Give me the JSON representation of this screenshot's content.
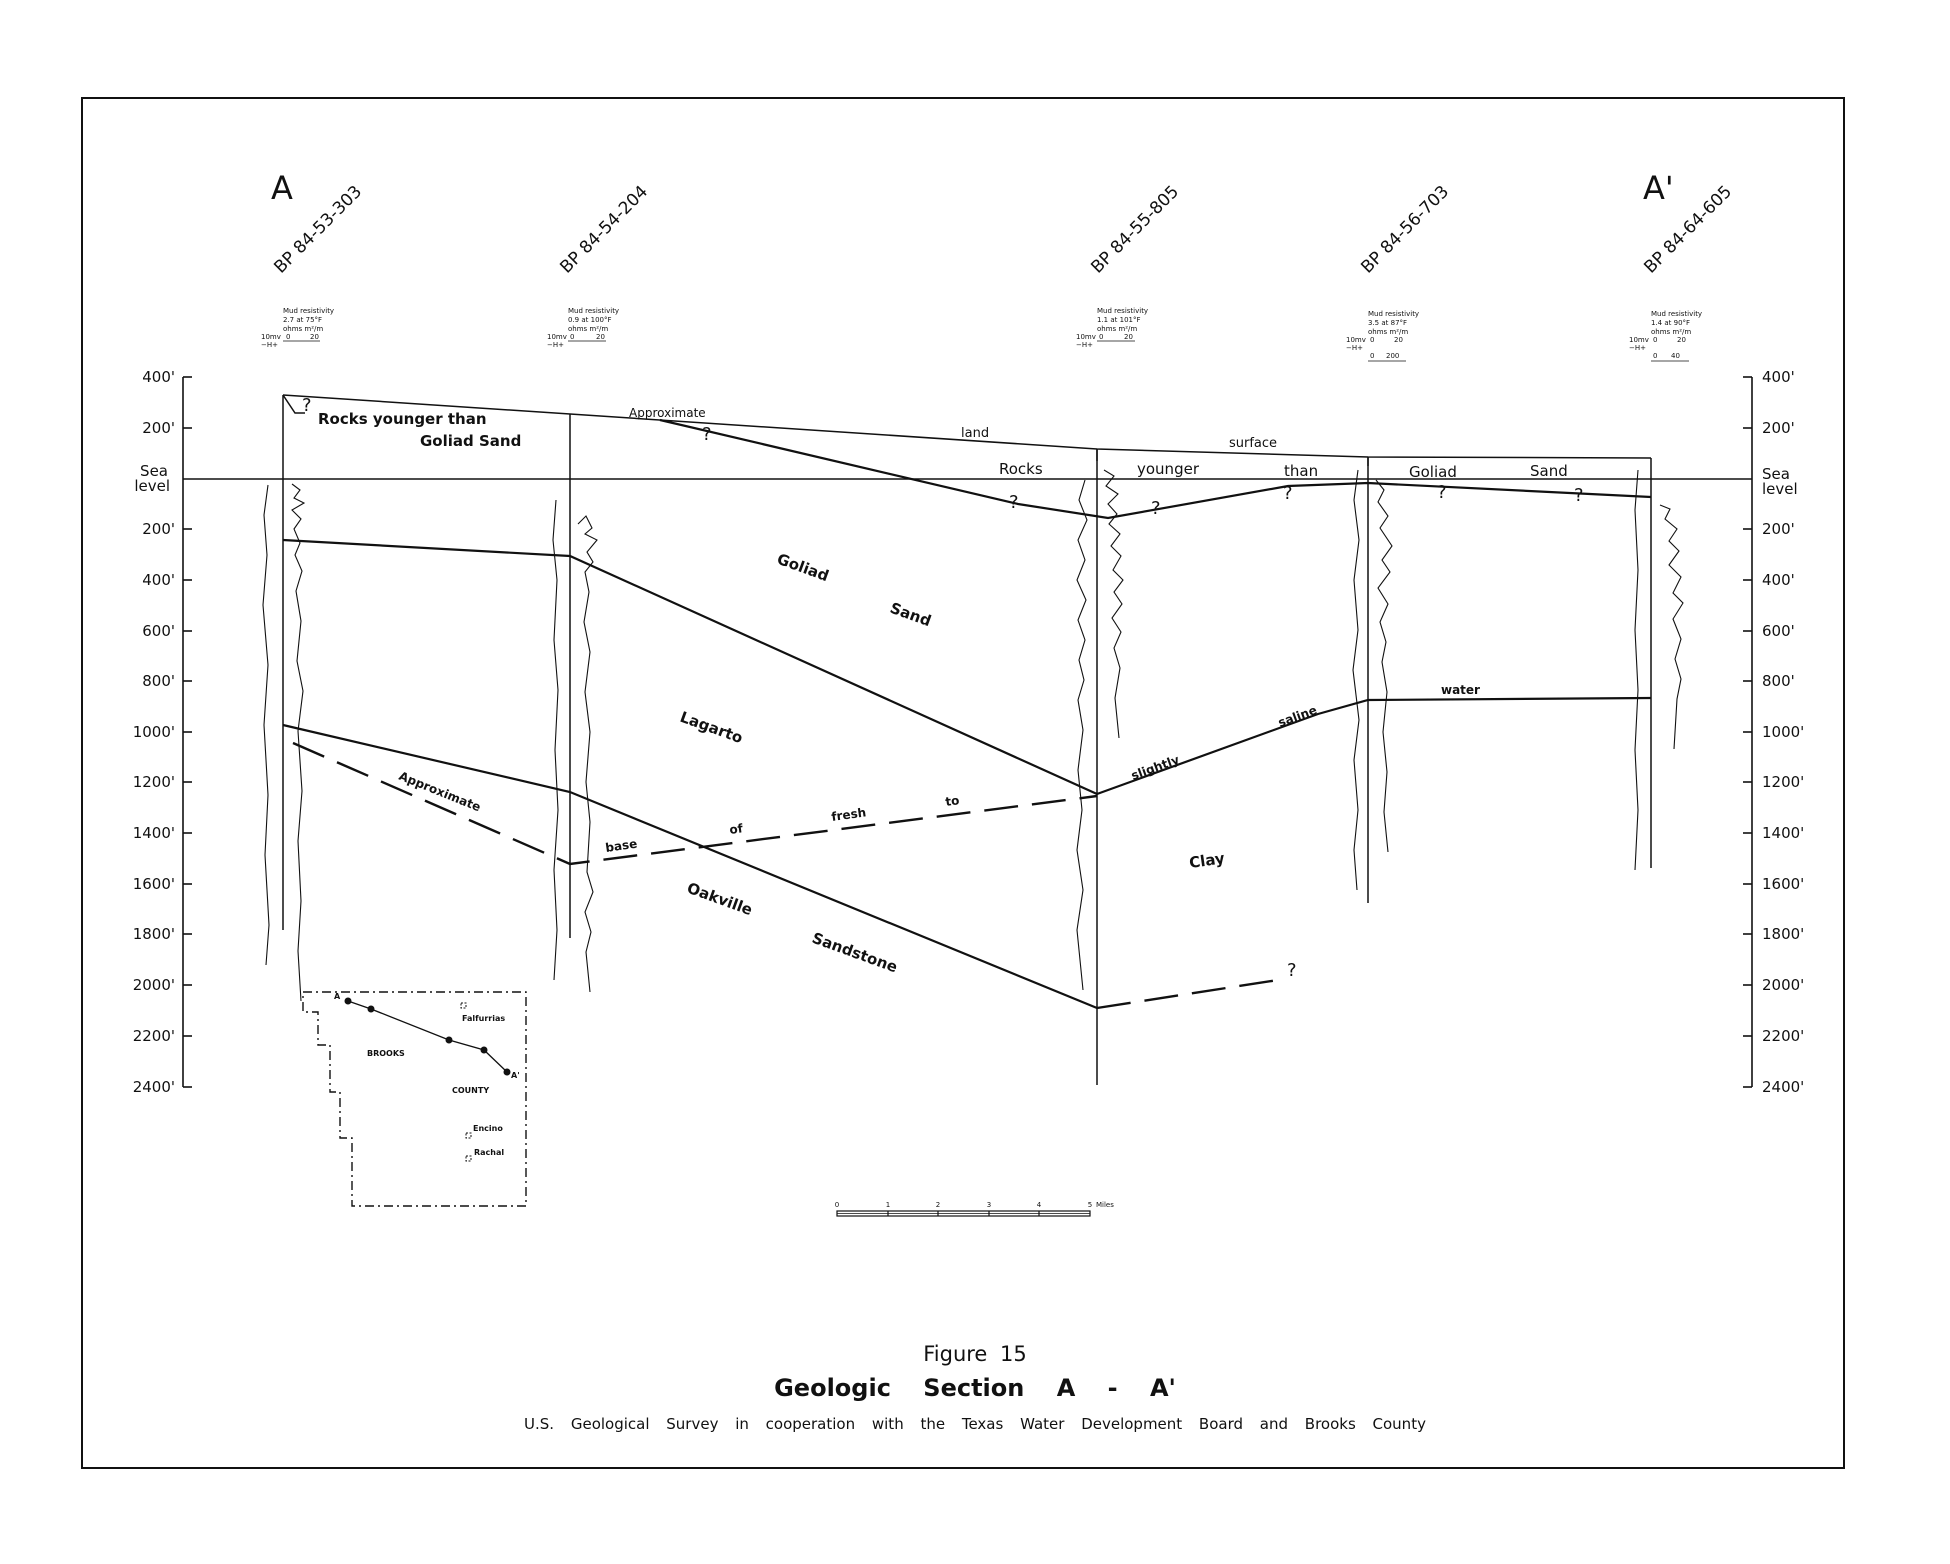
{
  "section_ends": {
    "left": "A",
    "right": "A'"
  },
  "wells": [
    {
      "id": "BP 84-53-303",
      "mud": [
        "Mud resistivity",
        "2.7 at 75°F",
        "ohms m²/m"
      ],
      "scale": [
        "10mv",
        "0",
        "20"
      ],
      "sp": "−H+"
    },
    {
      "id": "BP 84-54-204",
      "mud": [
        "Mud resistivity",
        "0.9 at 100°F",
        "ohms m²/m"
      ],
      "scale": [
        "10mv",
        "0",
        "20"
      ],
      "sp": "−H+"
    },
    {
      "id": "BP 84-55-805",
      "mud": [
        "Mud resistivity",
        "1.1 at 101°F",
        "ohms m²/m"
      ],
      "scale": [
        "10mv",
        "0",
        "20"
      ],
      "sp": "−H+"
    },
    {
      "id": "BP 84-56-703",
      "mud": [
        "Mud resistivity",
        "3.5 at 87°F",
        "ohms m²/m"
      ],
      "scale": [
        "10mv",
        "0",
        "20"
      ],
      "sp": "−H+",
      "scale2": [
        "0",
        "200"
      ]
    },
    {
      "id": "BP 84-64-605",
      "mud": [
        "Mud resistivity",
        "1.4 at 90°F",
        "ohms m²/m"
      ],
      "scale": [
        "10mv",
        "0",
        "20"
      ],
      "sp": "−H+",
      "scale2": [
        "0",
        "40"
      ]
    }
  ],
  "depth_axis": {
    "above": [
      "400'",
      "200'"
    ],
    "sea": [
      "Sea",
      "level"
    ],
    "below": [
      "200'",
      "400'",
      "600'",
      "800'",
      "1000'",
      "1200'",
      "1400'",
      "1600'",
      "1800'",
      "2000'",
      "2200'",
      "2400'"
    ]
  },
  "labels": {
    "rocks_left_1": "Rocks younger than",
    "rocks_left_2": "Goliad Sand",
    "approx_land": "Approximate",
    "land": "land",
    "surface": "surface",
    "rocks": "Rocks",
    "younger": "younger",
    "than": "than",
    "goliad": "Goliad",
    "sand": "Sand",
    "goliad_unit": "Goliad",
    "sand_unit": "Sand",
    "lagarto": "Lagarto",
    "clay": "Clay",
    "oakville": "Oakville",
    "sandstone": "Sandstone",
    "approx_base": "Approximate",
    "base": "base",
    "of": "of",
    "fresh": "fresh",
    "to": "to",
    "slightly": "slightly",
    "saline": "saline",
    "water": "water",
    "question": "?"
  },
  "inset_map": {
    "point_a": "A",
    "point_a_prime": "A'",
    "brooks": "BROOKS",
    "county": "COUNTY",
    "towns": [
      "Falfurrias",
      "Encino",
      "Rachal"
    ]
  },
  "scale_bar": {
    "ticks": [
      "0",
      "1",
      "2",
      "3",
      "4",
      "5"
    ],
    "unit": "Miles"
  },
  "caption": {
    "figure": "Figure 15",
    "title": "Geologic Section A - A'",
    "credit": "U.S. Geological Survey in cooperation with the Texas Water Development Board and Brooks County"
  }
}
